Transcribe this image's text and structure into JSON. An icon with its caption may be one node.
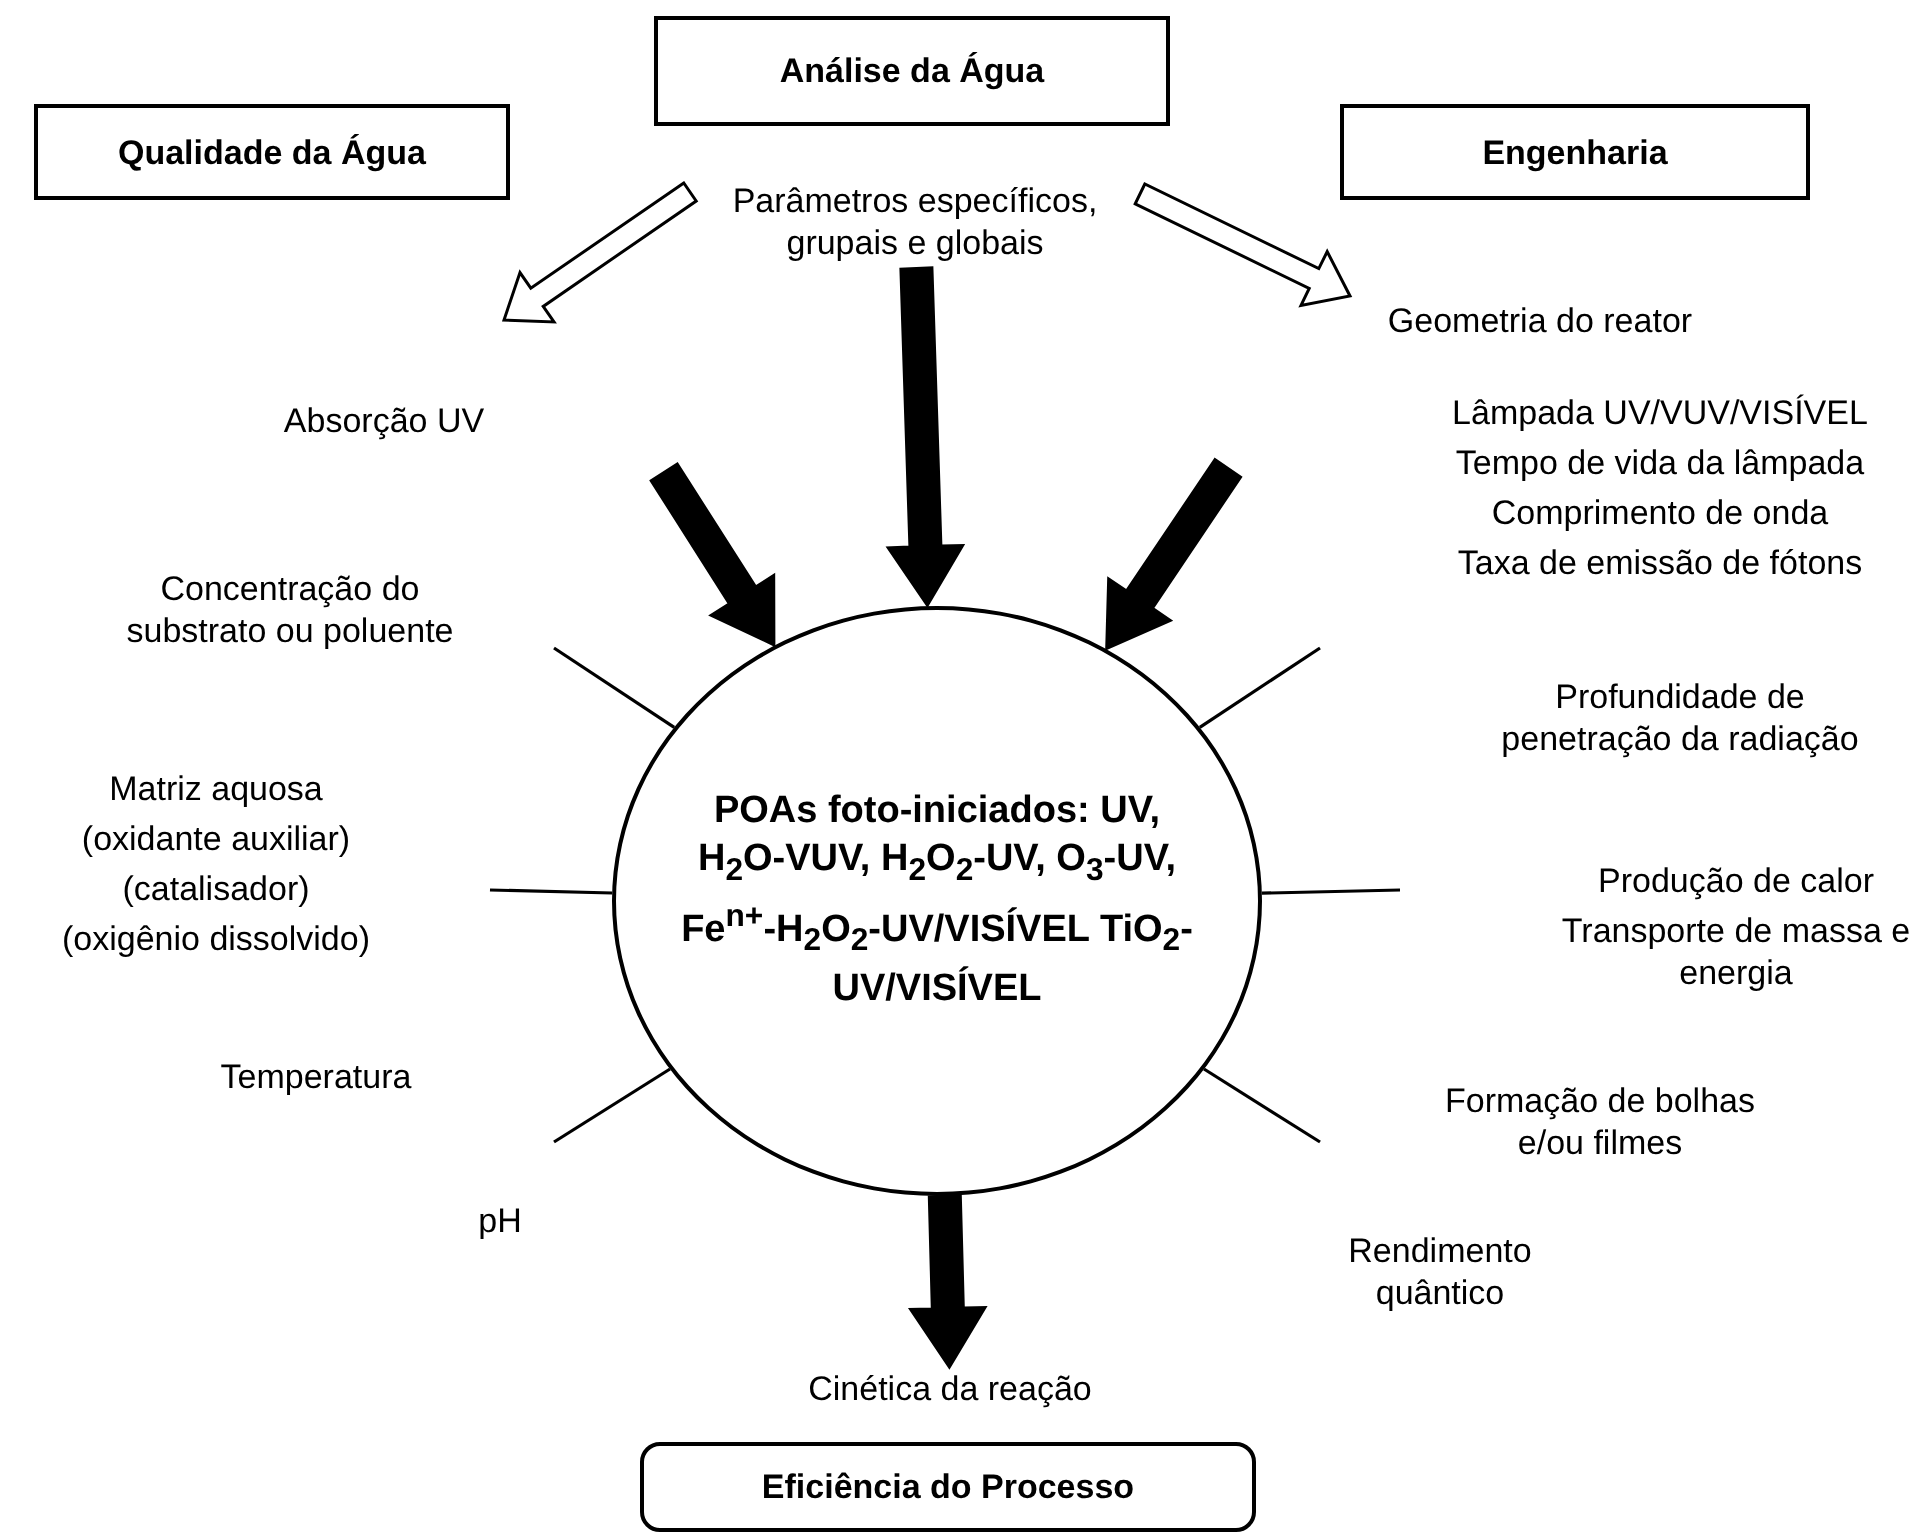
{
  "diagram": {
    "nodes": [
      {
        "text": [
          "Análise da Água"
        ]
      },
      {
        "text": [
          "Qualidade da Água"
        ]
      },
      {
        "text": [
          "Engenharia"
        ]
      },
      {
        "text": [
          "Parâmetros específicos, grupais e globais"
        ]
      },
      {
        "text": [
          "POAs foto-iniciados: UV, H$_{2}$O-VUV, H$_{2}$O$_{2}$-UV, O$_{3}$-UV, Fe$^{n+}$-H$_{2}$O$_{2}$-UV/VISÍVEL TiO$_{2}$-UV/VISÍVEL"
        ]
      },
      {
        "text": [
          "Cinética da reação"
        ]
      },
      {
        "text": [
          "Eficiência do Processo"
        ]
      }
    ],
    "edges": [
      {
        "from": 3,
        "to": null,
        "arrow": "to"
      },
      {
        "from": 3,
        "to": null,
        "arrow": "to"
      },
      {
        "from": null,
        "to": 4,
        "arrow": "to",
        "style": "thick"
      },
      {
        "from": 3,
        "to": 4,
        "arrow": "to",
        "style": "thick"
      },
      {
        "from": null,
        "to": 4,
        "arrow": "to",
        "style": "thick"
      },
      {
        "from": 4,
        "to": null,
        "arrow": "none"
      },
      {
        "from": 4,
        "to": null,
        "arrow": "none"
      },
      {
        "from": 4,
        "to": null,
        "arrow": "none"
      },
      {
        "from": 4,
        "to": null,
        "arrow": "none"
      },
      {
        "from": 4,
        "to": null,
        "arrow": "none"
      },
      {
        "from": 4,
        "to": null,
        "arrow": "none"
      },
      {
        "from": 4,
        "to": 5,
        "arrow": "to",
        "style": "thick"
      }
    ],
    "labels": [
      "Geometria do reator",
      "Absorção UV",
      "Lâmpada UV/VUV/VISÍVEL",
      "Tempo de vida da lâmpada",
      "Comprimento de onda",
      "Taxa de emissão de fótons",
      "Concentração do substrato ou poluente",
      "Profundidade de penetração da radiação",
      "Matriz aquosa",
      "(oxidante auxiliar)",
      "(catalisador)",
      "(oxigênio dissolvido)",
      "Produção de calor",
      "Transporte de massa e energia",
      "Temperatura",
      "Formação de bolhas e/ou filmes",
      "pH",
      "Rendimento quântico"
    ]
  }
}
